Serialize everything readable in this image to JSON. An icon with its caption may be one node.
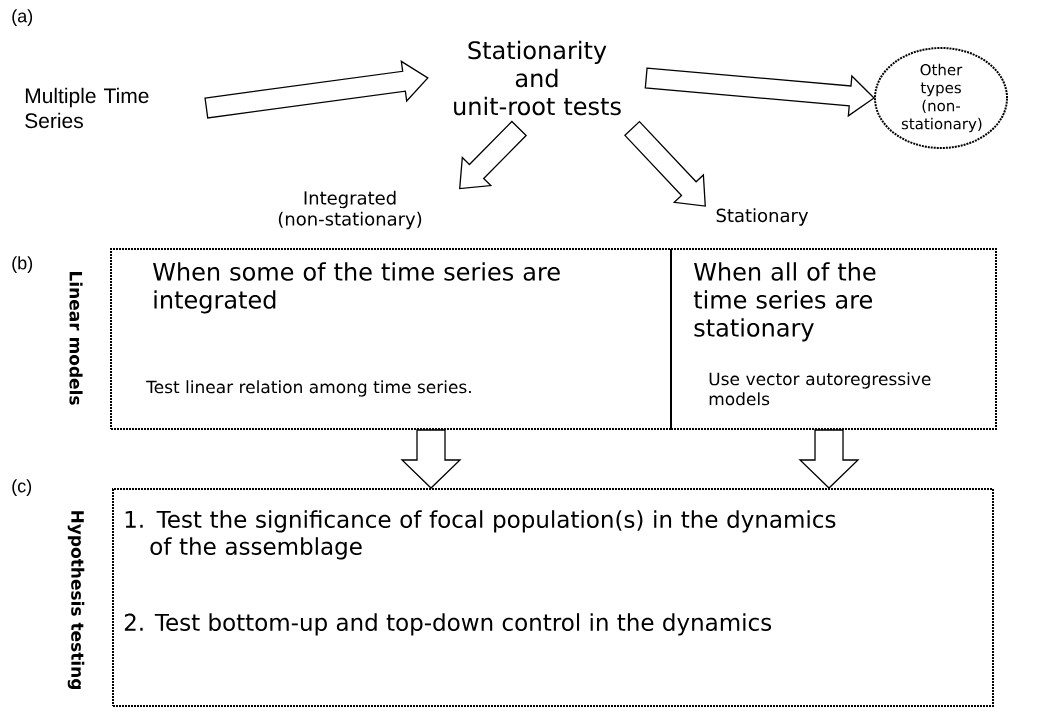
{
  "diagram": {
    "nodes": [
      {
        "text": [
          "Multiple Time Series"
        ]
      },
      {
        "text": [
          "Stationarity and unit-root tests"
        ]
      },
      {
        "text": [
          "Other types (non-stationary)"
        ]
      },
      {
        "text": [
          "Integrated (non-stationary)"
        ]
      },
      {
        "text": [
          "Stationary"
        ]
      },
      {
        "text": [
          "When some of the time series are integrated",
          "Test linear relation among time series."
        ]
      },
      {
        "text": [
          "When all of the time series are stationary",
          "Use vector autoregressive models"
        ]
      },
      {
        "text": [
          "1. Test the significance of focal population(s) in the dynamics of the assemblage",
          "2. Test bottom-up and top-down control in the dynamics"
        ]
      }
    ],
    "edges": [
      {
        "from": 0,
        "to": 1,
        "arrow": "to"
      },
      {
        "from": 1,
        "to": 2,
        "arrow": "to"
      },
      {
        "from": 1,
        "to": 3,
        "arrow": "to"
      },
      {
        "from": 1,
        "to": 4,
        "arrow": "to"
      },
      {
        "from": 5,
        "to": 7,
        "arrow": "to"
      },
      {
        "from": 6,
        "to": 7,
        "arrow": "to"
      }
    ],
    "labels": [
      "(a)",
      "(b)",
      "Linear models",
      "(c)",
      "Hypothesis testing"
    ]
  }
}
